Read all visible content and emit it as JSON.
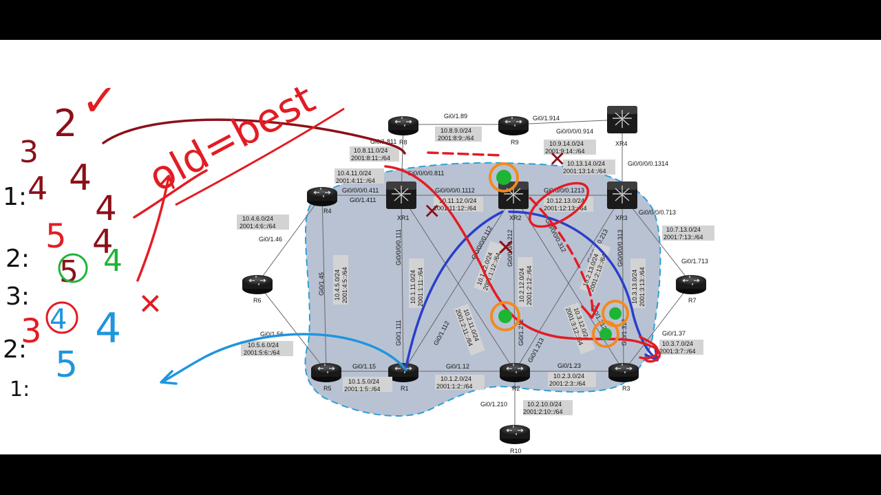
{
  "devices": {
    "r1": "R1",
    "r2": "R2",
    "r3": "R3",
    "r4": "R4",
    "r5": "R5",
    "r6": "R6",
    "r7": "R7",
    "r8": "R8",
    "r9": "R9",
    "r10": "R10",
    "xr1": "XR1",
    "xr2": "XR2",
    "xr3": "XR3",
    "xr4": "XR4"
  },
  "interfaces": {
    "r8_r9": "Gi0/1.89",
    "r9_xr4": "Gi0/1.914",
    "xr4_r9": "Gi0/0/0/0.914",
    "r8_xr1": "Gi0/1.811",
    "xr1_r8": "Gi0/0/0/0.811",
    "xr4_xr3": "Gi0/0/0/0.1314",
    "xr1_r4": "Gi0/0/0/0.411",
    "r4_xr1": "Gi0/1.411",
    "xr1_xr2": "Gi0/0/0/0.1112",
    "xr2_xr3": "Gi0/0/0/0.1213",
    "xr3_r7": "Gi0/0/0/0.713",
    "r7_xr3": "Gi0/1.713",
    "r4_r6": "Gi0/1.46",
    "r4_r5": "Gi0/1.45",
    "r5_r6": "Gi0/1.56",
    "xr1_r1": "Gi0/0/0/0.111",
    "r1_xr1": "Gi0/1.111",
    "r1_xr2": "Gi0/1.112",
    "xr2_r1": "Gi0/0/0/0.112",
    "xr2_r2": "Gi0/0/0/0.212",
    "r2_xr2": "Gi0/1.212",
    "r2_xr3": "Gi0/1.213",
    "xr2_r3": "Gi0/0/0/0.312",
    "r3_xr2": "Gi0/1.312",
    "xr3_r2": "Gi0/0/0/0.213",
    "xr3_r3": "Gi0/0/0/0.313",
    "r3_xr3": "Gi0/1.313",
    "r3_r7": "Gi0/1.37",
    "r5_r1": "Gi0/1.15",
    "r1_r2": "Gi0/1.12",
    "r2_r3": "Gi0/1.23",
    "r2_r10": "Gi0/1.210"
  },
  "subnets": {
    "r8_r9": [
      "10.8.9.0/24",
      "2001:8:9::/64"
    ],
    "r9_xr4": [
      "10.9.14.0/24",
      "2001:9:14::/64"
    ],
    "r8_xr1": [
      "10.8.11.0/24",
      "2001:8:11::/64"
    ],
    "xr4_xr3": [
      "10.13.14.0/24",
      "2001:13:14::/64"
    ],
    "r4_xr1": [
      "10.4.11.0/24",
      "2001:4:11::/64"
    ],
    "xr1_xr2": [
      "10.11.12.0/24",
      "2001:11:12::/64"
    ],
    "xr2_xr3": [
      "10.12.13.0/24",
      "2001:12:13::/64"
    ],
    "r4_r6": [
      "10.4.6.0/24",
      "2001:4:6::/64"
    ],
    "xr3_r7": [
      "10.7.13.0/24",
      "2001:7:13::/64"
    ],
    "r4_r5": [
      "10.4.5.0/24",
      "2001:4:5::/64"
    ],
    "xr1_r1": [
      "10.1.11.0/24",
      "2001:1:11::/64"
    ],
    "xr1_r2": [
      "10.1.12.0/24",
      "2001:1:12::/64"
    ],
    "xr2_r2": [
      "10.2.12.0/24",
      "2001:2:12::/64"
    ],
    "xr2_r3": [
      "10.2.13.0/24",
      "2001:2:13::/64"
    ],
    "xr3_r3": [
      "10.3.13.0/24",
      "2001:3:13::/64"
    ],
    "r1_xr1b": [
      "10.2.11.0/24",
      "2001:2:11::/64"
    ],
    "r3_xr2b": [
      "10.3.12.0/24",
      "2001:3:12::/64"
    ],
    "r5_r6": [
      "10.5.6.0/24",
      "2001:5:6::/64"
    ],
    "r3_r7": [
      "10.3.7.0/24",
      "2001:3:7::/64"
    ],
    "r5_r1": [
      "10.1.5.0/24",
      "2001:1:5::/64"
    ],
    "r1_r2": [
      "10.1.2.0/24",
      "2001:1:2::/64"
    ],
    "r2_r3": [
      "10.2.3.0/24",
      "2001:2:3::/64"
    ],
    "r2_r10": [
      "10.2.10.0/24",
      "2001:2:10::/64"
    ]
  },
  "annotations": {
    "old_best": "old=best",
    "step_digits": [
      "3",
      "2",
      "4",
      "4",
      "4",
      "5",
      "4",
      "5",
      "4",
      "4",
      "5",
      "4",
      "3"
    ],
    "step_markers": [
      "1:",
      "2:",
      "3:",
      "2:",
      "1:"
    ],
    "checkmark": "✓",
    "crosses": [
      "×",
      "×",
      "×",
      "×"
    ]
  },
  "colors": {
    "igp_region": "#b9c2d3",
    "region_border": "#2a9fd8",
    "marker_red": "#e31c23",
    "marker_darkred": "#8c1019",
    "marker_blue": "#2a3fc8",
    "marker_lightblue": "#1f95de",
    "marker_green": "#1db534",
    "marker_orange": "#f28a1e",
    "marker_black": "#111111"
  }
}
